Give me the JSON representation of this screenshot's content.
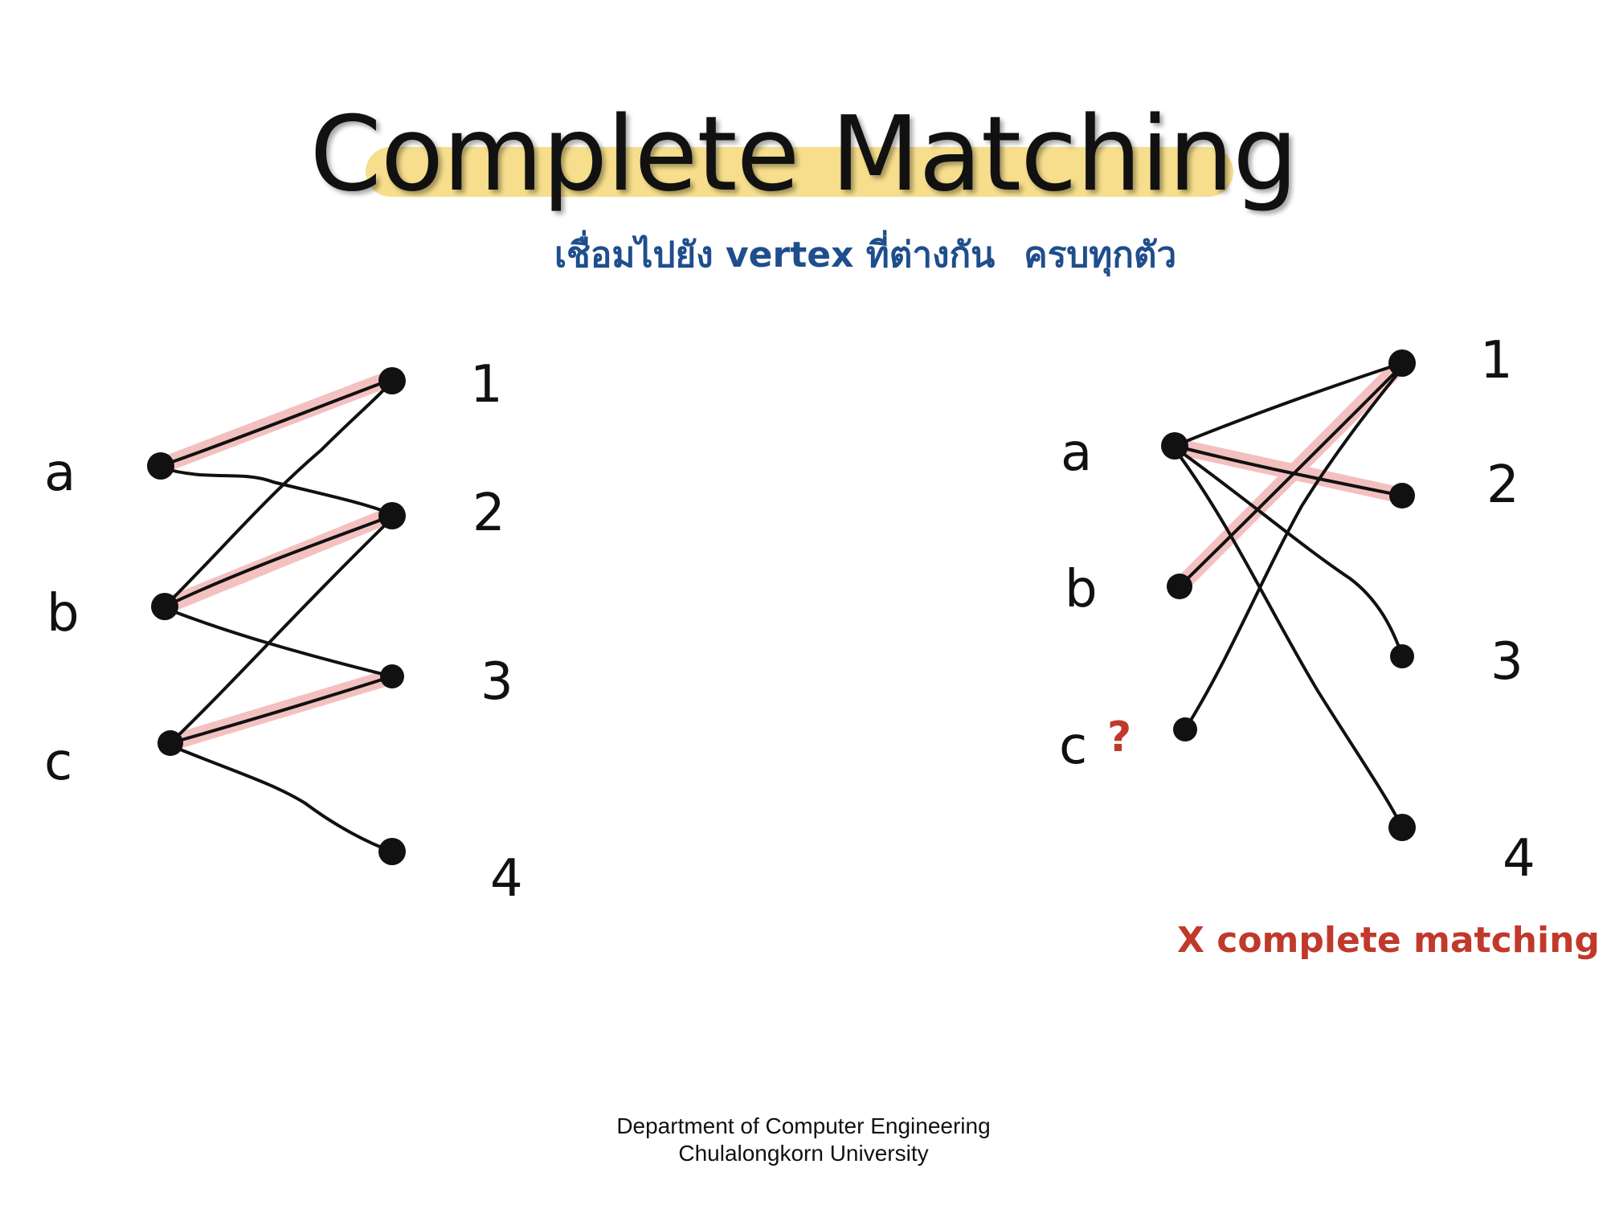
{
  "title": "Complete Matching",
  "subtitle": {
    "part1": "เชื่อมไปยัง vertex ที่ต่างกัน",
    "part2": "ครบทุกตัว"
  },
  "left_graph": {
    "left_labels": [
      "a",
      "b",
      "c"
    ],
    "right_labels": [
      "1",
      "2",
      "3",
      "4"
    ]
  },
  "right_graph": {
    "left_labels": [
      "a",
      "b",
      "c"
    ],
    "right_labels": [
      "1",
      "2",
      "3",
      "4"
    ],
    "question_mark": "?",
    "verdict": "X complete matching"
  },
  "colors": {
    "title_highlight": "#f5dc86",
    "subtitle": "#1f4e8c",
    "match_highlight": "#f2b6b6",
    "verdict": "#c0392b"
  },
  "footer": {
    "line1": "Department of Computer Engineering",
    "line2": "Chulalongkorn University"
  }
}
